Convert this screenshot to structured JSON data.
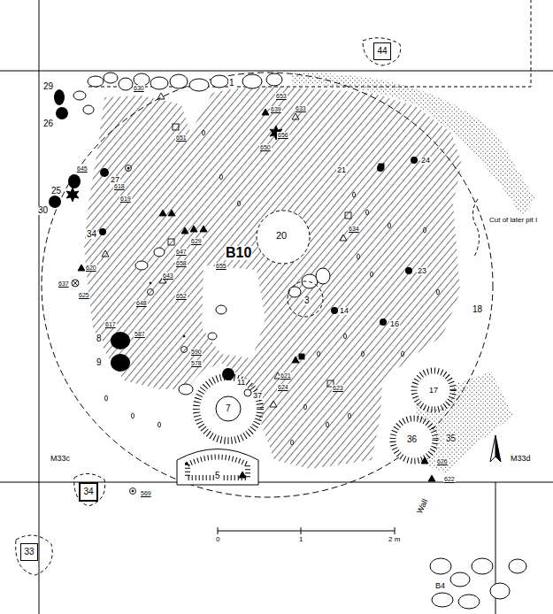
{
  "diagram": {
    "nodes": [
      {
        "text": [
          "44"
        ]
      },
      {
        "text": [
          "34"
        ]
      },
      {
        "text": [
          "33"
        ]
      }
    ],
    "labels": [
      "B10",
      "1",
      "29",
      "26",
      "25",
      "30",
      "27",
      "34",
      "8",
      "9",
      "11",
      "20",
      "3",
      "7",
      "5",
      "37",
      "36",
      "35",
      "17",
      "18",
      "24",
      "21",
      "23",
      "14",
      "16",
      "Cut of later pit I",
      "M33c",
      "M33d",
      "Wall",
      "B4",
      "0",
      "1",
      "2 m",
      "630",
      "653",
      "639",
      "633",
      "656",
      "650",
      "651",
      "645",
      "618",
      "619",
      "620",
      "637",
      "625",
      "647",
      "658",
      "643",
      "648",
      "652",
      "629",
      "655",
      "634",
      "621",
      "624",
      "623",
      "626",
      "622",
      "569",
      "617",
      "587",
      "590",
      "578"
    ]
  }
}
